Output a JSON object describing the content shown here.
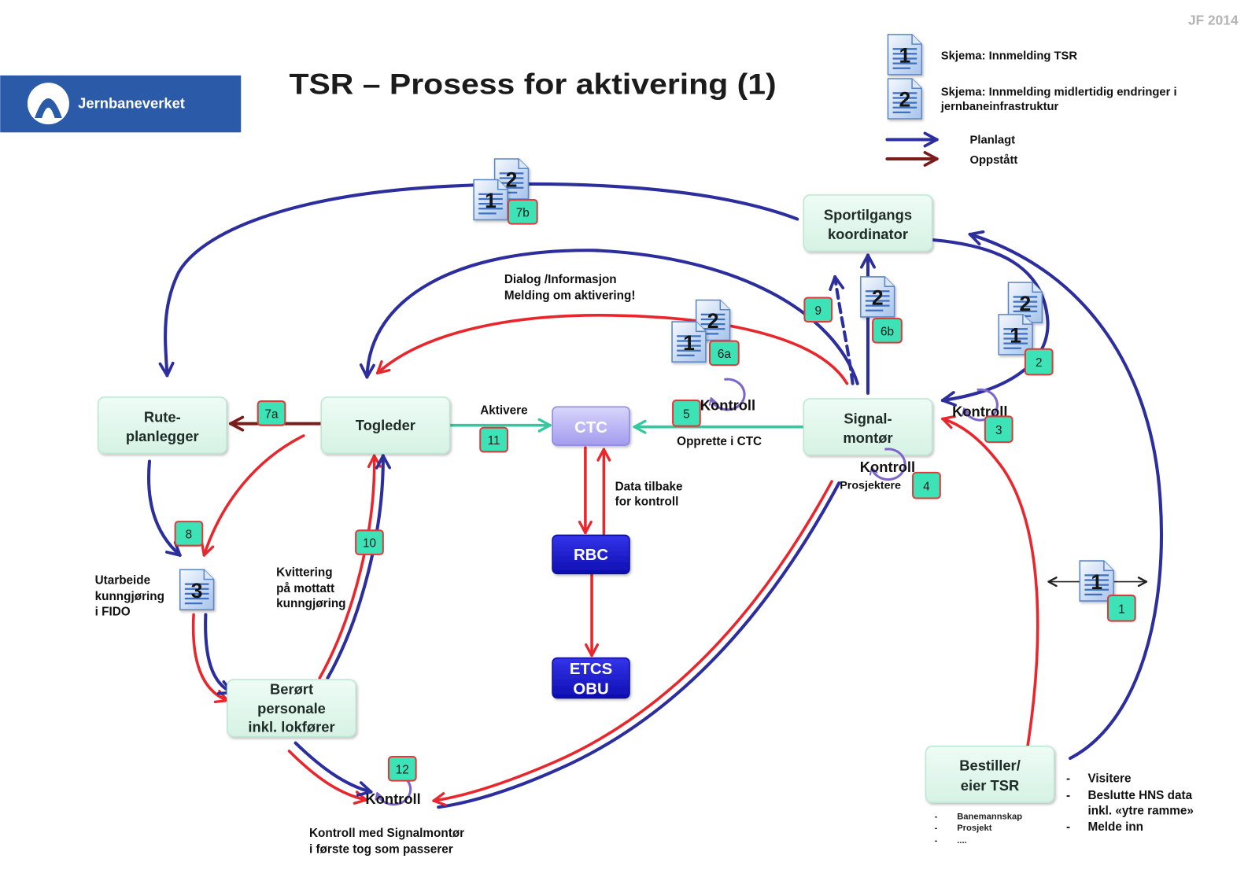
{
  "header": {
    "watermark": "JF 2014",
    "logo_text": "Jernbaneverket",
    "title": "TSR – Prosess for aktivering (1)"
  },
  "legend": {
    "forms": [
      {
        "number": "1",
        "lines": [
          "Skjema: Innmelding TSR"
        ]
      },
      {
        "number": "2",
        "lines": [
          "Skjema: Innmelding midlertidig endringer i",
          "jernbaneinfrastruktur"
        ]
      }
    ],
    "arrows": [
      {
        "label": "Planlagt"
      },
      {
        "label": "Oppstått"
      }
    ]
  },
  "nodes": {
    "sportilgangs_koordinator": [
      "Sportilgangs",
      "koordinator"
    ],
    "ruteplanlegger": [
      "Rute-",
      "planlegger"
    ],
    "togleder": [
      "Togleder"
    ],
    "ctc": [
      "CTC"
    ],
    "signalmontor": [
      "Signal-",
      "montør"
    ],
    "rbc": [
      "RBC"
    ],
    "etcs_obu": [
      "ETCS",
      "OBU"
    ],
    "berort_personale": [
      "Berørt",
      "personale",
      "inkl. lokfører"
    ],
    "bestiller": [
      "Bestiller/",
      "eier TSR"
    ]
  },
  "steps": {
    "s1": "1",
    "s2": "2",
    "s3": "3",
    "s4": "4",
    "s5": "5",
    "s6a": "6a",
    "s6b": "6b",
    "s7a": "7a",
    "s7b": "7b",
    "s8": "8",
    "s9": "9",
    "s10": "10",
    "s11": "11",
    "s12": "12"
  },
  "documents": {
    "d7b_a": "1",
    "d7b_b": "2",
    "d6a_a": "1",
    "d6a_b": "2",
    "d6b": "2",
    "d2_a": "2",
    "d2_b": "1",
    "d3": "3",
    "d1": "1"
  },
  "labels": {
    "dialog": [
      "Dialog /Informasjon",
      "Melding om aktivering!"
    ],
    "aktivere": "Aktivere",
    "opprette": "Opprette i CTC",
    "data_tilbake": [
      "Data tilbake",
      "for kontroll"
    ],
    "kontroll_ctc": "Kontroll",
    "kontroll_signalmontor": "Kontroll",
    "kontroll_prosjektering": "Kontroll",
    "kontroll_tog": "Kontroll",
    "prosjektere": "Prosjektere",
    "utarbeide": [
      "Utarbeide",
      "kunngjøring",
      "i FIDO"
    ],
    "kvittering": [
      "Kvittering",
      "på mottatt",
      "kunngjøring"
    ],
    "kontroll_med": [
      "Kontroll med Signalmontør",
      "i første tog som passerer"
    ]
  },
  "bestiller_tasks": {
    "bullet": "-",
    "items": [
      [
        "Visitere"
      ],
      [
        "Beslutte HNS data",
        "inkl. «ytre ramme»"
      ],
      [
        "Melde inn"
      ]
    ]
  },
  "bestiller_examples": {
    "bullet": "-",
    "items": [
      "Banemannskap",
      "Prosjekt",
      "...."
    ]
  },
  "colors": {
    "planned": "#2b2e9c",
    "occurred": "#7b1c1c",
    "red": "#e8262c",
    "teal": "#33c9a0",
    "badge": "#3de3b6",
    "logo_band": "#2a5aa8"
  }
}
